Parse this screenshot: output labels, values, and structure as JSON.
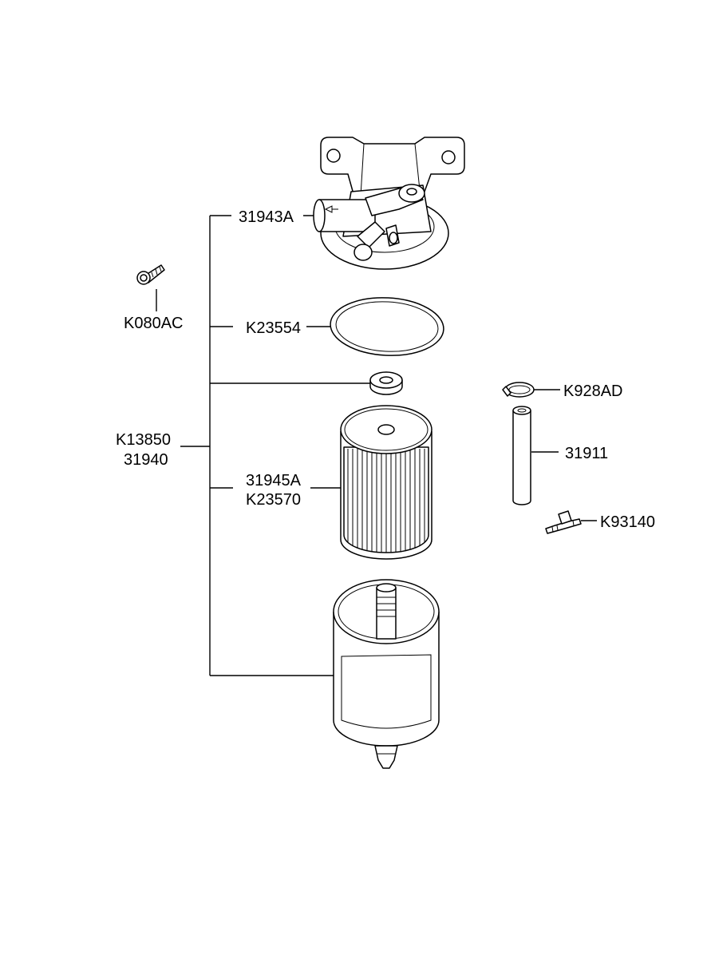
{
  "labels": {
    "housing": "31943A",
    "bolt": "K080AC",
    "oring": "K23554",
    "assembly_a": "K13850",
    "assembly_b": "31940",
    "element_a": "31945A",
    "element_b": "K23570",
    "clamp_top": "K928AD",
    "hose": "31911",
    "clamp_bottom": "K93140"
  },
  "colors": {
    "line": "#000000",
    "background": "#ffffff"
  }
}
